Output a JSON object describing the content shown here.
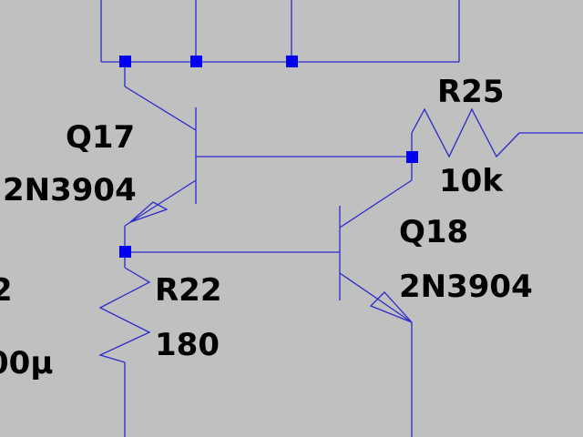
{
  "colors": {
    "background": "#c0c0c0",
    "wire": "#2a2acc",
    "junction": "#0000ee",
    "text": "#000000"
  },
  "components": {
    "q17": {
      "name": "Q17",
      "model": "2N3904"
    },
    "q18": {
      "name": "Q18",
      "model": "2N3904"
    },
    "r22": {
      "name": "R22",
      "value": "180"
    },
    "r25": {
      "name": "R25",
      "value": "10k"
    },
    "partial_left_name": "2",
    "partial_left_value": "00μ"
  }
}
